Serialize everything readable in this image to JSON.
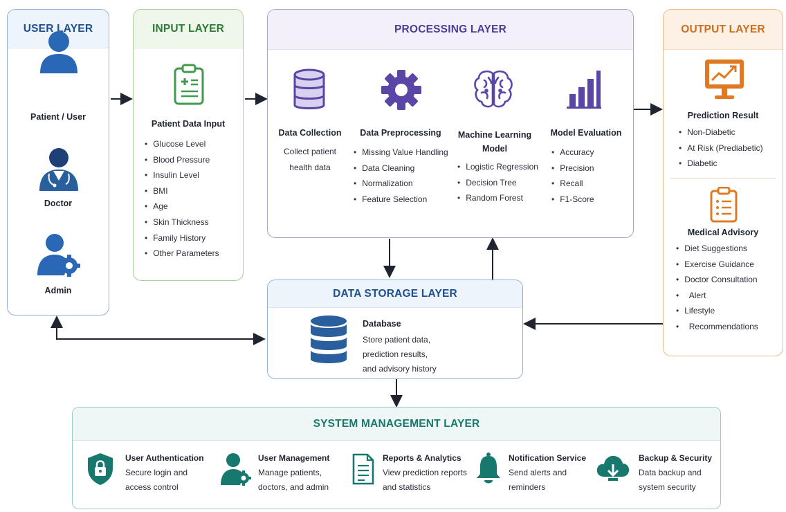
{
  "user_layer": {
    "title": "USER LAYER",
    "roles": [
      "Patient / User",
      "Doctor",
      "Admin"
    ]
  },
  "input_layer": {
    "title": "INPUT LAYER",
    "heading": "Patient Data Input",
    "items": [
      "Glucose Level",
      "Blood Pressure",
      "Insulin Level",
      "BMI",
      "Age",
      "Skin Thickness",
      "Family History",
      "Other Parameters"
    ]
  },
  "processing_layer": {
    "title": "PROCESSING LAYER",
    "steps": [
      {
        "title": "Data Collection",
        "lines": [
          "Collect patient",
          "health data"
        ]
      },
      {
        "title": "Data Preprocessing",
        "items": [
          "Missing Value Handling",
          "Data Cleaning",
          "Normalization",
          "Feature Selection"
        ]
      },
      {
        "title_line1": "Machine Learning",
        "title_line2": "Model",
        "items": [
          "Logistic Regression",
          "Decision Tree",
          "Random Forest"
        ]
      },
      {
        "title": "Model Evaluation",
        "items": [
          "Accuracy",
          "Precision",
          "Recall",
          "F1-Score"
        ]
      }
    ]
  },
  "output_layer": {
    "title": "OUTPUT LAYER",
    "prediction_title": "Prediction Result",
    "prediction_items": [
      "Non-Diabetic",
      "At Risk (Prediabetic)",
      "Diabetic"
    ],
    "advisory_title": "Medical Advisory",
    "advisory_items": [
      "Diet Suggestions",
      "Exercise Guidance",
      "Doctor Consultation",
      "Alert",
      "Lifestyle",
      "Recommendations"
    ]
  },
  "storage_layer": {
    "title": "DATA STORAGE LAYER",
    "db_title": "Database",
    "db_lines": [
      "Store patient data,",
      "prediction results,",
      "and advisory history"
    ]
  },
  "system_layer": {
    "title": "SYSTEM MANAGEMENT LAYER",
    "modules": [
      {
        "title": "User Authentication",
        "lines": [
          "Secure login and",
          "access control"
        ],
        "icon": "lock-shield-icon"
      },
      {
        "title": "User Management",
        "lines": [
          "Manage patients,",
          "doctors, and admin"
        ],
        "icon": "user-gear-icon"
      },
      {
        "title": "Reports & Analytics",
        "lines": [
          "View prediction reports",
          "and statistics"
        ],
        "icon": "report-icon"
      },
      {
        "title": "Notification Service",
        "lines": [
          "Send alerts and",
          "reminders"
        ],
        "icon": "bell-icon"
      },
      {
        "title": "Backup & Security",
        "lines": [
          "Data backup and",
          "system security"
        ],
        "icon": "cloud-backup-icon"
      }
    ]
  },
  "colors": {
    "blue": "#2a5f9e",
    "green": "#3f9a4a",
    "purple": "#5b46a8",
    "orange": "#e07a22",
    "teal": "#17786e"
  }
}
